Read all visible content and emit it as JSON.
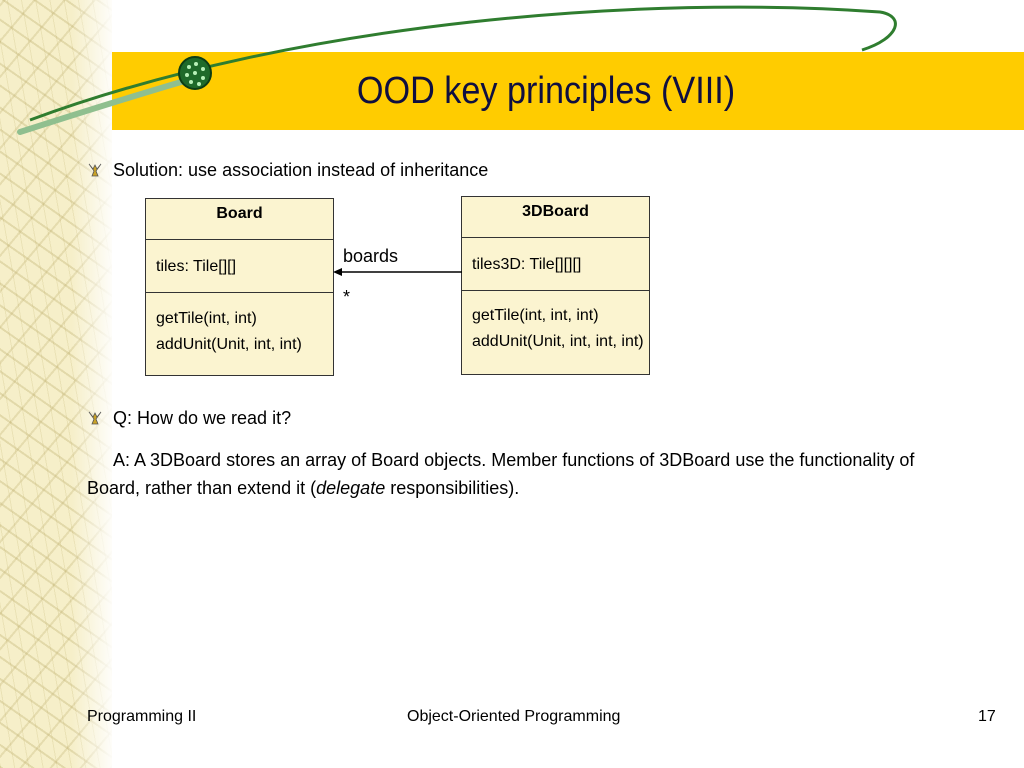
{
  "slide": {
    "title": "OOD key principles (VIII)",
    "bullets": [
      {
        "text": "Solution: use association instead of inheritance"
      },
      {
        "text": "Q: How do we read it?"
      }
    ],
    "answer": {
      "line1": "A: A 3DBoard stores an array of Board objects. Member functions of 3DBoard use the functionality of",
      "line2_start": "Board, rather than extend it (",
      "line2_italic": "delegate",
      "line2_end": " responsibilities)."
    }
  },
  "diagram": {
    "board": {
      "name": "Board",
      "attributes": [
        "tiles: Tile[][]"
      ],
      "operations": [
        "getTile(int, int)",
        "addUnit(Unit, int, int)"
      ]
    },
    "board3d": {
      "name": "3DBoard",
      "attributes": [
        "tiles3D: Tile[][][]"
      ],
      "operations": [
        "getTile(int, int, int)",
        "addUnit(Unit, int, int, int)"
      ]
    },
    "association": {
      "role": "boards",
      "multiplicity": "*"
    }
  },
  "footer": {
    "left": "Programming II",
    "center": "Object-Oriented Programming",
    "page": "17"
  },
  "colors": {
    "title_band": "#ffcc00",
    "title_text": "#0f0f40",
    "uml_fill": "#fbf4d0",
    "swoosh": "#2f7d2f"
  }
}
